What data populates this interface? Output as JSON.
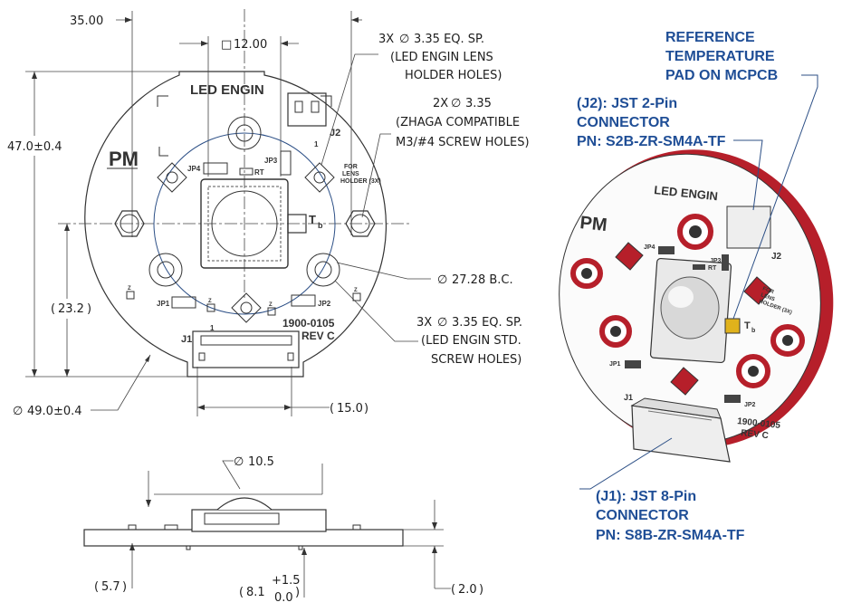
{
  "front_view": {
    "width_dim": "35.00",
    "square_dim": "12.00",
    "height_dim": "47.0±0.4",
    "offset_dim": "23.2",
    "diameter_dim": "49.0±0.4",
    "connector_offset_dim": "15.0",
    "lens_holes_count": "3X",
    "lens_holes_dia": "3.35 EQ. SP.",
    "lens_holes_note_1": "(LED ENGIN LENS",
    "lens_holes_note_2": "HOLDER HOLES)",
    "zhaga_count": "2X",
    "zhaga_dia": "3.35",
    "zhaga_note_1": "(ZHAGA COMPATIBLE",
    "zhaga_note_2": "M3/#4 SCREW HOLES)",
    "bc_dim": "27.28 B.C.",
    "std_count": "3X",
    "std_dia": "3.35 EQ. SP.",
    "std_note_1": "(LED ENGIN STD.",
    "std_note_2": "SCREW HOLES)",
    "diameter_symbol": "∅",
    "square_symbol": "□"
  },
  "pcb_silk": {
    "brand": "LED ENGIN",
    "pm": "PM",
    "part_number": "1900-0105",
    "rev": "REV C",
    "lens_note_1": "FOR",
    "lens_note_2": "LENS",
    "lens_note_3": "HOLDER (3X)",
    "j1": "J1",
    "j2": "J2",
    "jp1": "JP1",
    "jp2": "JP2",
    "jp3": "JP3",
    "jp4": "JP4",
    "rt": "RT",
    "tb": "T",
    "tb_sub": "b",
    "pin1": "1",
    "z": "Z"
  },
  "side_view": {
    "dome_dia": "10.5",
    "left_dim": "5.7",
    "height_dim": "8.1",
    "tol_plus": "+1.5",
    "tol_minus": "0.0",
    "board_dim": "2.0"
  },
  "iso_view": {
    "ref_temp_1": "REFERENCE",
    "ref_temp_2": "TEMPERATURE",
    "ref_temp_3": "PAD ON MCPCB",
    "j2_1": "(J2): JST 2-Pin",
    "j2_2": "CONNECTOR",
    "j2_3": "PN: S2B-ZR-SM4A-TF",
    "j1_1": "(J1): JST 8-Pin",
    "j1_2": "CONNECTOR",
    "j1_3": "PN: S8B-ZR-SM4A-TF"
  },
  "colors": {
    "callout_blue": "#1f4e96",
    "board_red": "#b61f2a",
    "pad_gold": "#e0b21c"
  }
}
